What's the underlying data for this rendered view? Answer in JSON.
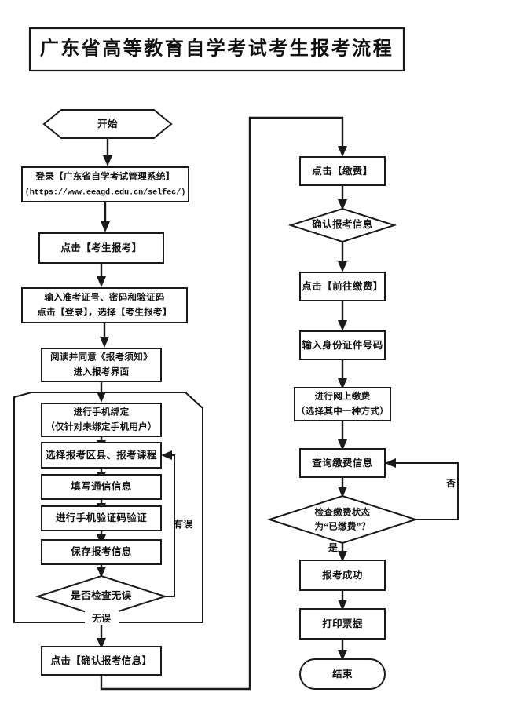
{
  "title": {
    "text": "广东省高等教育自学考试考生报考流程"
  },
  "chart_data": {
    "type": "diagram",
    "diagram_kind": "flowchart",
    "title": "广东省高等教育自学考试考生报考流程",
    "orientation": "two-column, top-to-bottom, left column then right column",
    "nodes": [
      {
        "id": "start",
        "shape": "hexagon",
        "lines": [
          "开始"
        ]
      },
      {
        "id": "login",
        "shape": "rectangle",
        "lines": [
          "登录【广东省自学考试管理系统】",
          "(https://www.eeagd.edu.cn/selfec/)"
        ]
      },
      {
        "id": "click_exam",
        "shape": "rectangle",
        "lines": [
          "点击【考生报考】"
        ]
      },
      {
        "id": "enter_creds",
        "shape": "rectangle",
        "lines": [
          "输入准考证号、密码和验证码",
          "点击【登录】，选择【考生报考】"
        ]
      },
      {
        "id": "read_notice",
        "shape": "rectangle",
        "lines": [
          "阅读并同意《报考须知》",
          "进入报考界面"
        ]
      },
      {
        "id": "bind_phone",
        "shape": "rectangle",
        "lines": [
          "进行手机绑定",
          "（仅针对未绑定手机用户）"
        ]
      },
      {
        "id": "select_area",
        "shape": "rectangle",
        "lines": [
          "选择报考区县、报考课程"
        ]
      },
      {
        "id": "fill_contact",
        "shape": "rectangle",
        "lines": [
          "填写通信信息"
        ]
      },
      {
        "id": "verify_code",
        "shape": "rectangle",
        "lines": [
          "进行手机验证码验证"
        ]
      },
      {
        "id": "save_info",
        "shape": "rectangle",
        "lines": [
          "保存报考信息"
        ]
      },
      {
        "id": "check_ok",
        "shape": "diamond",
        "lines": [
          "是否检查无误"
        ]
      },
      {
        "id": "confirm_info",
        "shape": "rectangle",
        "lines": [
          "点击【确认报考信息】"
        ]
      },
      {
        "id": "click_pay",
        "shape": "rectangle",
        "lines": [
          "点击【缴费】"
        ]
      },
      {
        "id": "confirm_reg",
        "shape": "diamond",
        "lines": [
          "确认报考信息"
        ]
      },
      {
        "id": "goto_pay",
        "shape": "rectangle",
        "lines": [
          "点击【前往缴费】"
        ]
      },
      {
        "id": "enter_id",
        "shape": "rectangle",
        "lines": [
          "输入身份证件号码"
        ]
      },
      {
        "id": "online_pay",
        "shape": "rectangle",
        "lines": [
          "进行网上缴费",
          "（选择其中一种方式）"
        ]
      },
      {
        "id": "query_pay",
        "shape": "rectangle",
        "lines": [
          "查询缴费信息"
        ]
      },
      {
        "id": "check_status",
        "shape": "diamond",
        "lines": [
          "检查缴费状态",
          "为“已缴费”？"
        ]
      },
      {
        "id": "success",
        "shape": "rectangle",
        "lines": [
          "报考成功"
        ]
      },
      {
        "id": "print",
        "shape": "rectangle",
        "lines": [
          "打印票据"
        ]
      },
      {
        "id": "end",
        "shape": "stadium",
        "lines": [
          "结束"
        ]
      }
    ],
    "edges": [
      {
        "from": "start",
        "to": "login",
        "label": ""
      },
      {
        "from": "login",
        "to": "click_exam",
        "label": ""
      },
      {
        "from": "click_exam",
        "to": "enter_creds",
        "label": ""
      },
      {
        "from": "enter_creds",
        "to": "read_notice",
        "label": ""
      },
      {
        "from": "read_notice",
        "to": "bind_phone",
        "label": ""
      },
      {
        "from": "bind_phone",
        "to": "select_area",
        "label": ""
      },
      {
        "from": "select_area",
        "to": "fill_contact",
        "label": ""
      },
      {
        "from": "fill_contact",
        "to": "verify_code",
        "label": ""
      },
      {
        "from": "verify_code",
        "to": "save_info",
        "label": ""
      },
      {
        "from": "save_info",
        "to": "check_ok",
        "label": ""
      },
      {
        "from": "check_ok",
        "to": "select_area",
        "label": "有误"
      },
      {
        "from": "check_ok",
        "to": "confirm_info",
        "label": "无误"
      },
      {
        "from": "confirm_info",
        "to": "click_pay",
        "label": ""
      },
      {
        "from": "click_pay",
        "to": "confirm_reg",
        "label": ""
      },
      {
        "from": "confirm_reg",
        "to": "goto_pay",
        "label": ""
      },
      {
        "from": "goto_pay",
        "to": "enter_id",
        "label": ""
      },
      {
        "from": "enter_id",
        "to": "online_pay",
        "label": ""
      },
      {
        "from": "online_pay",
        "to": "query_pay",
        "label": ""
      },
      {
        "from": "query_pay",
        "to": "check_status",
        "label": ""
      },
      {
        "from": "check_status",
        "to": "query_pay",
        "label": "否"
      },
      {
        "from": "check_status",
        "to": "success",
        "label": "是"
      },
      {
        "from": "success",
        "to": "print",
        "label": ""
      },
      {
        "from": "print",
        "to": "end",
        "label": ""
      }
    ]
  },
  "nodes": {
    "start": {
      "l1": "开始"
    },
    "login": {
      "l1": "登录【广东省自学考试管理系统】",
      "l2": "(https://www.eeagd.edu.cn/selfec/)"
    },
    "click_exam": {
      "l1": "点击【考生报考】"
    },
    "enter_creds": {
      "l1": "输入准考证号、密码和验证码",
      "l2": "点击【登录】，选择【考生报考】"
    },
    "read_notice": {
      "l1": "阅读并同意《报考须知》",
      "l2": "进入报考界面"
    },
    "bind_phone": {
      "l1": "进行手机绑定",
      "l2": "（仅针对未绑定手机用户）"
    },
    "select_area": {
      "l1": "选择报考区县、报考课程"
    },
    "fill_contact": {
      "l1": "填写通信信息"
    },
    "verify_code": {
      "l1": "进行手机验证码验证"
    },
    "save_info": {
      "l1": "保存报考信息"
    },
    "check_ok": {
      "l1": "是否检查无误"
    },
    "confirm_info": {
      "l1": "点击【确认报考信息】"
    },
    "click_pay": {
      "l1": "点击【缴费】"
    },
    "confirm_reg": {
      "l1": "确认报考信息"
    },
    "goto_pay": {
      "l1": "点击【前往缴费】"
    },
    "enter_id": {
      "l1": "输入身份证件号码"
    },
    "online_pay": {
      "l1": "进行网上缴费",
      "l2": "（选择其中一种方式）"
    },
    "query_pay": {
      "l1": "查询缴费信息"
    },
    "check_status": {
      "l1": "检查缴费状态",
      "l2": "为“已缴费”？"
    },
    "success": {
      "l1": "报考成功"
    },
    "print": {
      "l1": "打印票据"
    },
    "end": {
      "l1": "结束"
    }
  },
  "edge_labels": {
    "has_error": "有误",
    "no_error": "无误",
    "no": "否",
    "yes": "是"
  },
  "colors": {
    "stroke": "#1a1a1a",
    "fill": "#ffffff",
    "text": "#111111",
    "background": "#ffffff"
  }
}
